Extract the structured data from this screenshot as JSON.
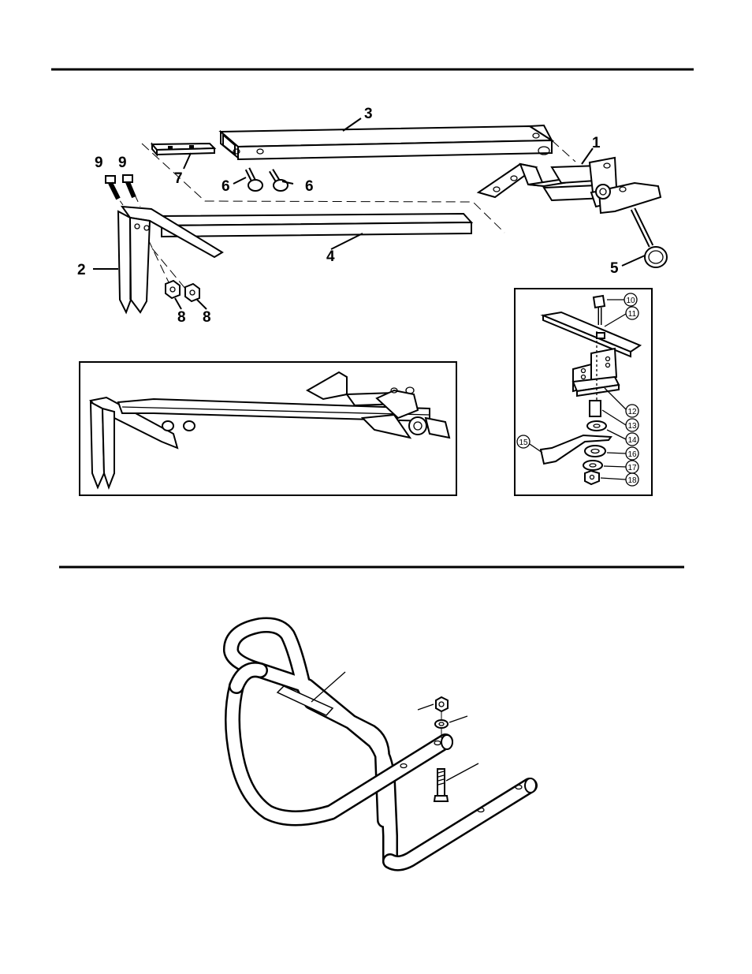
{
  "callouts": {
    "c1": "1",
    "c2": "2",
    "c3": "3",
    "c4": "4",
    "c5": "5",
    "c6a": "6",
    "c6b": "6",
    "c7": "7",
    "c8a": "8",
    "c8b": "8",
    "c9a": "9",
    "c9b": "9"
  },
  "detail_callouts": {
    "d10": "10",
    "d11": "11",
    "d12": "12",
    "d13": "13",
    "d14": "14",
    "d15": "15",
    "d16": "16",
    "d17": "17",
    "d18": "18"
  }
}
